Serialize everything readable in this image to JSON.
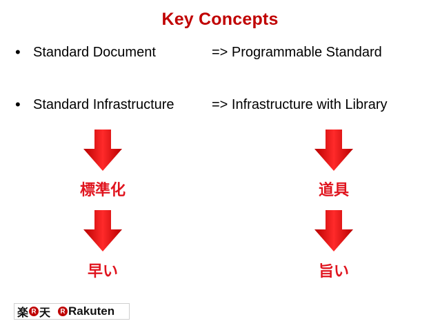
{
  "slide": {
    "title": "Key Concepts",
    "bullet_glyph": "•",
    "bullets": [
      {
        "left": "Standard Document",
        "right": "=> Programmable Standard"
      },
      {
        "left": "Standard Infrastructure",
        "right": "=> Infrastructure with Library"
      }
    ],
    "flow": {
      "left_step1": "標準化",
      "left_step2": "早い",
      "right_step1": "道具",
      "right_step2": "旨い"
    },
    "arrow_icon": "down-arrow-icon",
    "accent_color": "#e0141e",
    "title_color": "#c00000"
  },
  "logo": {
    "jp_part1": "楽",
    "r_mark": "R",
    "jp_part2": "天",
    "en_r_mark": "R",
    "en_text": "Rakuten"
  }
}
